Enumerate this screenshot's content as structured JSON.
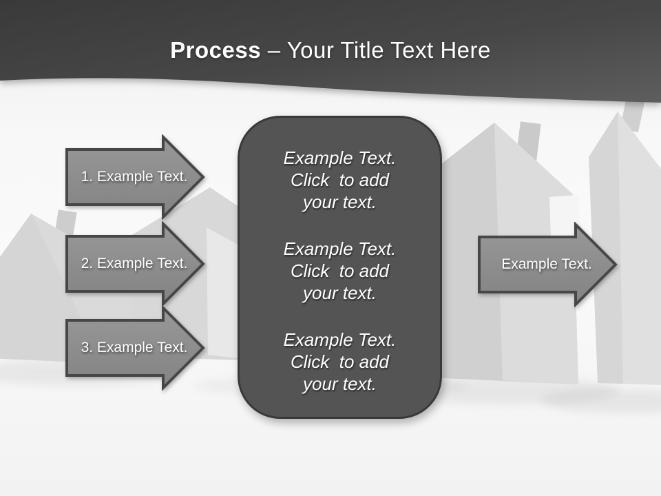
{
  "title": {
    "bold": "Process",
    "rest": " – Your Title Text Here"
  },
  "left_arrows": [
    {
      "label": "1. Example Text."
    },
    {
      "label": "2. Example Text."
    },
    {
      "label": "3. Example Text."
    }
  ],
  "right_arrow": {
    "label": "Example Text."
  },
  "center_box": {
    "paragraphs": [
      {
        "lines": [
          "Example Text.",
          "Click  to add",
          "your text."
        ]
      },
      {
        "lines": [
          "Example Text.",
          "Click  to add",
          "your text."
        ]
      },
      {
        "lines": [
          "Example Text.",
          "Click  to add",
          "your text."
        ]
      }
    ]
  },
  "colors": {
    "header_dark": "#424242",
    "arrow_fill": "#8b8b8b",
    "arrow_border": "#474747",
    "box_fill": "#545454",
    "box_border": "#393939",
    "text": "#ffffff",
    "house_silhouette": "#d3d3d3",
    "background": "#f7f7f7"
  }
}
